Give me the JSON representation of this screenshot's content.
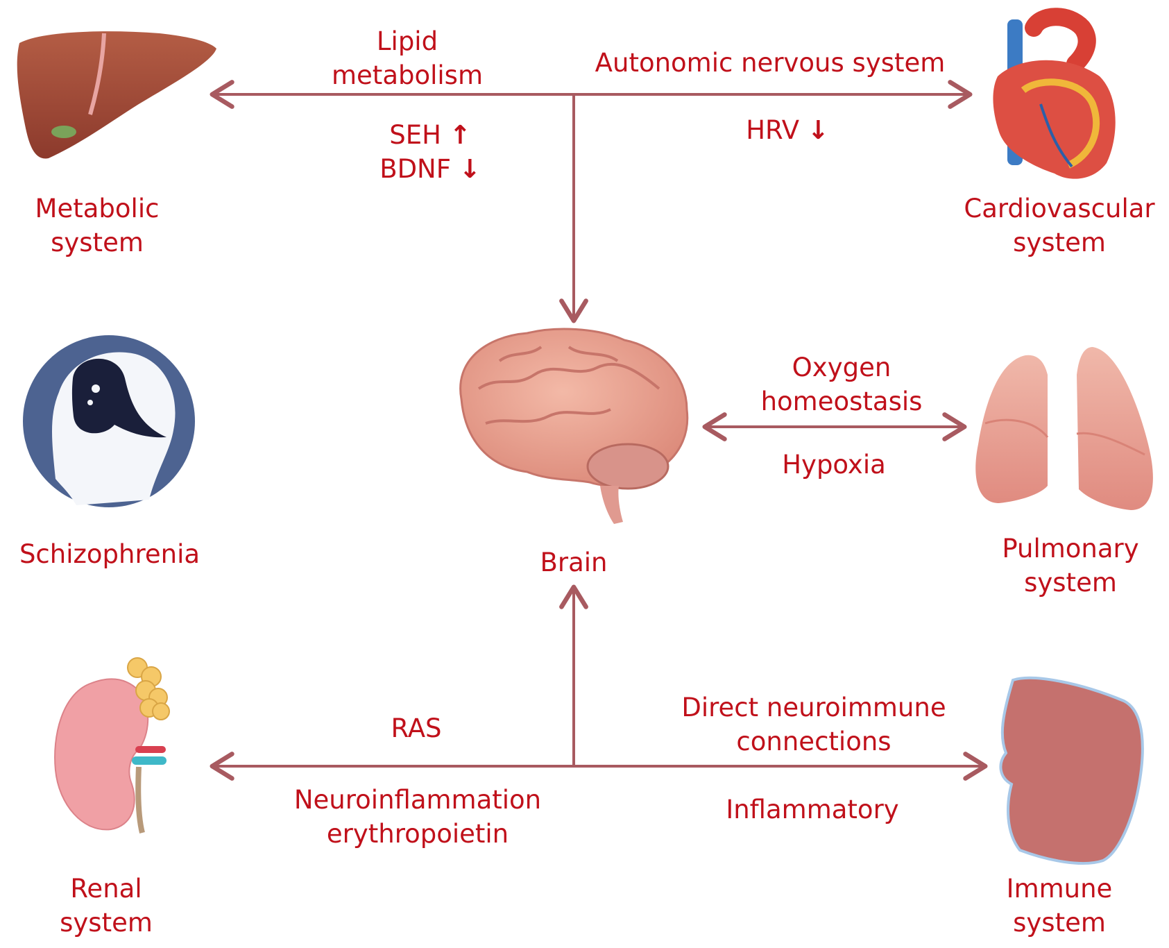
{
  "center": {
    "label": "Brain"
  },
  "systems": {
    "metabolic": [
      "Metabolic",
      "system"
    ],
    "cardiovascular": [
      "Cardiovascular",
      "system"
    ],
    "pulmonary": [
      "Pulmonary",
      "system"
    ],
    "renal": [
      "Renal",
      "system"
    ],
    "immune": [
      "Immune",
      "system"
    ],
    "schizophrenia": "Schizophrenia"
  },
  "links": {
    "lipid": [
      "Lipid",
      "metabolism"
    ],
    "seh": "SEH",
    "bdnf": "BDNF",
    "autonomic": "Autonomic nervous system",
    "hrv": "HRV",
    "oxygen": [
      "Oxygen",
      "homeostasis"
    ],
    "hypoxia": "Hypoxia",
    "ras": "RAS",
    "neuro": [
      "Neuroinflammation",
      "erythropoietin"
    ],
    "direct": [
      "Direct neuroimmune",
      "connections"
    ],
    "inflammatory": "Inflammatory"
  },
  "colors": {
    "text": "#c0101a",
    "arrow": "#a85a60"
  }
}
